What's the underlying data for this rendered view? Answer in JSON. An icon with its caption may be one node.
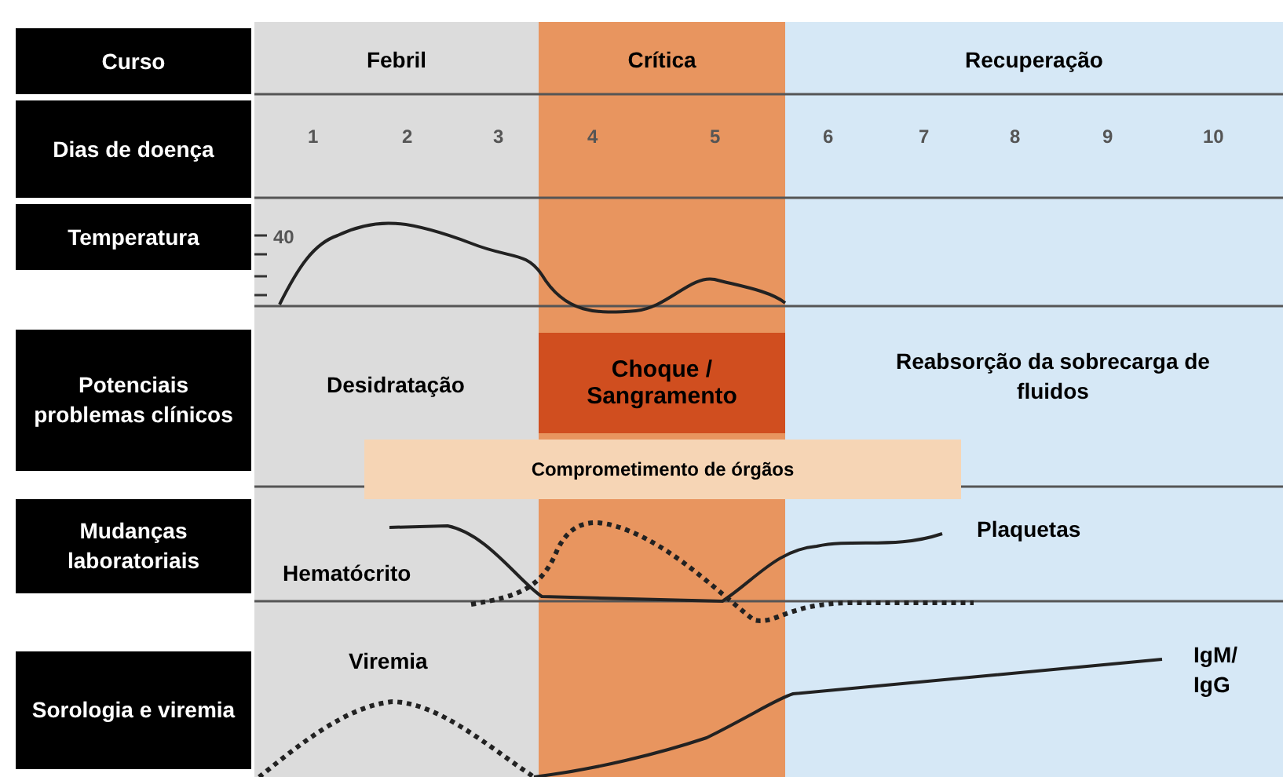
{
  "diagram": {
    "nodes": [
      {
        "text": [
          "Curso"
        ]
      },
      {
        "text": [
          "Febril"
        ]
      },
      {
        "text": [
          "Crítica"
        ]
      },
      {
        "text": [
          "Recuperação"
        ]
      },
      {
        "text": [
          "Dias de doença"
        ]
      },
      {
        "text": [
          "Temperatura"
        ]
      },
      {
        "text": [
          "Potenciais problemas clínicos"
        ]
      },
      {
        "text": [
          "Choque / Sangramento"
        ],
        "in": 2
      },
      {
        "text": [
          "Comprometimento de órgãos"
        ]
      },
      {
        "text": [
          "Mudanças laboratoriais"
        ]
      },
      {
        "text": [
          "Sorologia e viremia"
        ]
      }
    ],
    "labels": [
      "1",
      "2",
      "3",
      "4",
      "5",
      "6",
      "7",
      "8",
      "9",
      "10",
      "40",
      "Desidratação",
      "Reabsorção da sobrecarga de fluidos",
      "Plaquetas",
      "Hematócrito",
      "Viremia",
      "IgM/ IgG"
    ]
  }
}
